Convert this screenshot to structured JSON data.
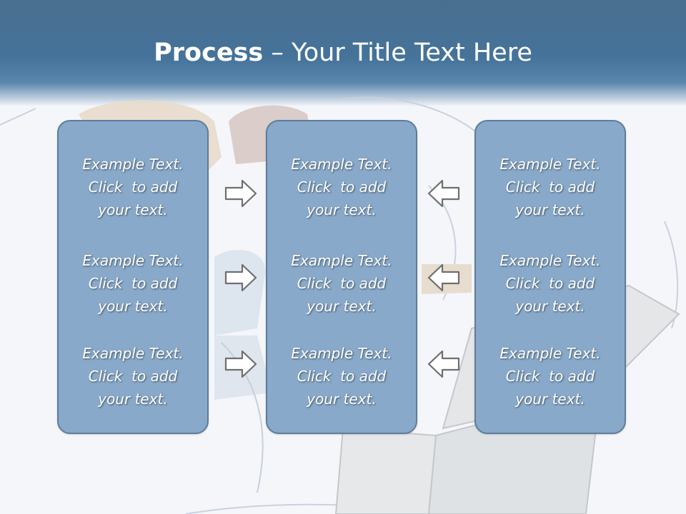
{
  "slide": {
    "title_bold": "Process",
    "title_rest": " – Your Title Text Here"
  },
  "columns": [
    {
      "cells": [
        {
          "l1": "Example Text.",
          "l2": "Click  to add",
          "l3": "your text."
        },
        {
          "l1": "Example Text.",
          "l2": "Click  to add",
          "l3": "your text."
        },
        {
          "l1": "Example Text.",
          "l2": "Click  to add",
          "l3": "your text."
        }
      ]
    },
    {
      "cells": [
        {
          "l1": "Example Text.",
          "l2": "Click  to add",
          "l3": "your text."
        },
        {
          "l1": "Example Text.",
          "l2": "Click  to add",
          "l3": "your text."
        },
        {
          "l1": "Example Text.",
          "l2": "Click  to add",
          "l3": "your text."
        }
      ]
    },
    {
      "cells": [
        {
          "l1": "Example Text.",
          "l2": "Click  to add",
          "l3": "your text."
        },
        {
          "l1": "Example Text.",
          "l2": "Click  to add",
          "l3": "your text."
        },
        {
          "l1": "Example Text.",
          "l2": "Click  to add",
          "l3": "your text."
        }
      ]
    }
  ],
  "icons": {
    "left_arrows": "arrow-right-icon",
    "right_arrows": "arrow-left-icon"
  },
  "colors": {
    "header": "#45739a",
    "box_fill": "#88a9c9",
    "box_border": "#5d7d9c",
    "text": "#ffffff"
  }
}
